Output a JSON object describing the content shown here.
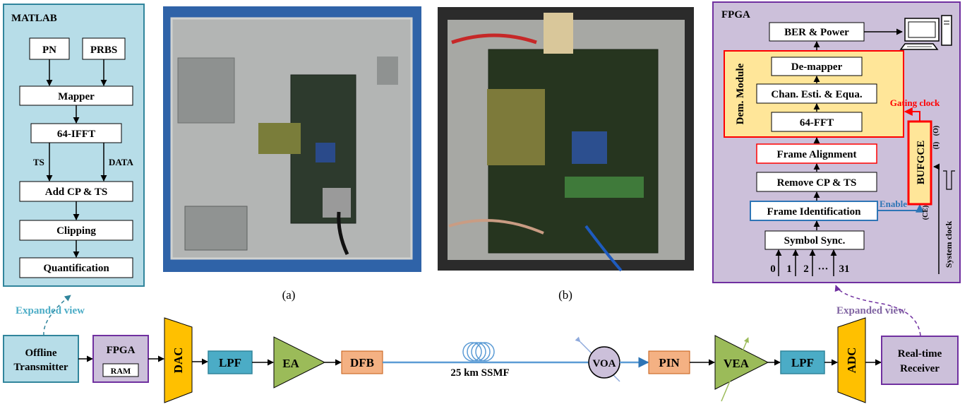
{
  "matlab": {
    "title": "MATLAB",
    "pn": "PN",
    "prbs": "PRBS",
    "mapper": "Mapper",
    "ifft": "64-IFFT",
    "ts": "TS",
    "data": "DATA",
    "add_cp_ts": "Add CP & TS",
    "clipping": "Clipping",
    "quantification": "Quantification",
    "expanded_view": "Expanded view"
  },
  "photos": {
    "a_caption": "(a)",
    "b_caption": "(b)"
  },
  "fpga_panel": {
    "title": "FPGA",
    "ber_power": "BER & Power",
    "dem_module": "Dem. Module",
    "demapper": "De-mapper",
    "chan_esti": "Chan. Esti. & Equa.",
    "fft": "64-FFT",
    "gating_clock": "Gating clock",
    "frame_alignment": "Frame Alignment",
    "remove_cp_ts": "Remove CP & TS",
    "frame_identification": "Frame Identification",
    "enable": "Enable",
    "bufgce": "BUFGCE",
    "pin_o": "(O)",
    "pin_i": "(I)",
    "pin_ce": "(CE)",
    "system_clock": "System clock",
    "symbol_sync": "Symbol Sync.",
    "inputs": [
      "0",
      "1",
      "2",
      "···",
      "31"
    ],
    "expanded_view": "Expanded view"
  },
  "chain": {
    "offline_tx_1": "Offline",
    "offline_tx_2": "Transmitter",
    "fpga": "FPGA",
    "ram": "RAM",
    "dac": "DAC",
    "lpf1": "LPF",
    "ea": "EA",
    "dfb": "DFB",
    "fiber": "25 km SSMF",
    "voa": "VOA",
    "pin": "PIN",
    "vea": "VEA",
    "lpf2": "LPF",
    "adc": "ADC",
    "rx_1": "Real-time",
    "rx_2": "Receiver"
  },
  "colors": {
    "matlab_bg": "#b7dde8",
    "matlab_border": "#31859c",
    "fpga_bg": "#ccc0da",
    "fpga_border": "#7030a0",
    "dem_bg": "#ffe699",
    "dac_bg": "#ffc000",
    "lpf_bg": "#4bacc6",
    "amp_bg": "#9bbb59",
    "dfb_bg": "#f4b183",
    "fiber": "#5b9bd5",
    "red": "#ff0000",
    "blue": "#2e75b6"
  }
}
